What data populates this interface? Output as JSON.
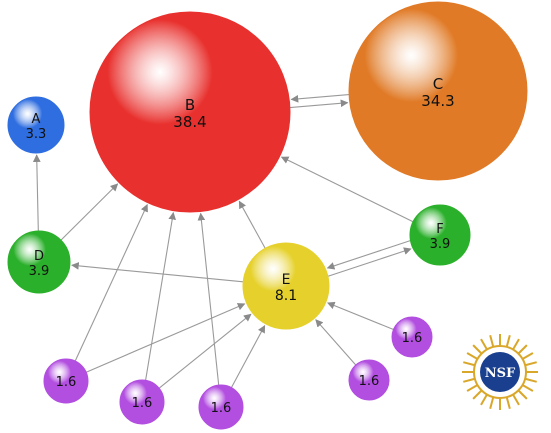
{
  "nodes": [
    {
      "id": "A",
      "label": "A",
      "score": "3.3",
      "color": "#2f6ee0"
    },
    {
      "id": "B",
      "label": "B",
      "score": "38.4",
      "color": "#e8312e"
    },
    {
      "id": "C",
      "label": "C",
      "score": "34.3",
      "color": "#e07a26"
    },
    {
      "id": "D",
      "label": "D",
      "score": "3.9",
      "color": "#2bb02b"
    },
    {
      "id": "E",
      "label": "E",
      "score": "8.1",
      "color": "#e6d12c"
    },
    {
      "id": "F",
      "label": "F",
      "score": "3.9",
      "color": "#2bb02b"
    },
    {
      "id": "P1",
      "label": "",
      "score": "1.6",
      "color": "#b24ee0"
    },
    {
      "id": "P2",
      "label": "",
      "score": "1.6",
      "color": "#b24ee0"
    },
    {
      "id": "P3",
      "label": "",
      "score": "1.6",
      "color": "#b24ee0"
    },
    {
      "id": "P4",
      "label": "",
      "score": "1.6",
      "color": "#b24ee0"
    },
    {
      "id": "P5",
      "label": "",
      "score": "1.6",
      "color": "#b24ee0"
    }
  ],
  "edges": [
    [
      "B",
      "C"
    ],
    [
      "C",
      "B"
    ],
    [
      "D",
      "A"
    ],
    [
      "D",
      "B"
    ],
    [
      "E",
      "B"
    ],
    [
      "E",
      "D"
    ],
    [
      "E",
      "F"
    ],
    [
      "F",
      "B"
    ],
    [
      "F",
      "E"
    ],
    [
      "P1",
      "B"
    ],
    [
      "P1",
      "E"
    ],
    [
      "P2",
      "B"
    ],
    [
      "P2",
      "E"
    ],
    [
      "P3",
      "B"
    ],
    [
      "P3",
      "E"
    ],
    [
      "P4",
      "E"
    ],
    [
      "P5",
      "E"
    ]
  ],
  "logo": {
    "text": "NSF",
    "ring_color": "#d9a72a",
    "globe_color": "#1a3f8f"
  }
}
